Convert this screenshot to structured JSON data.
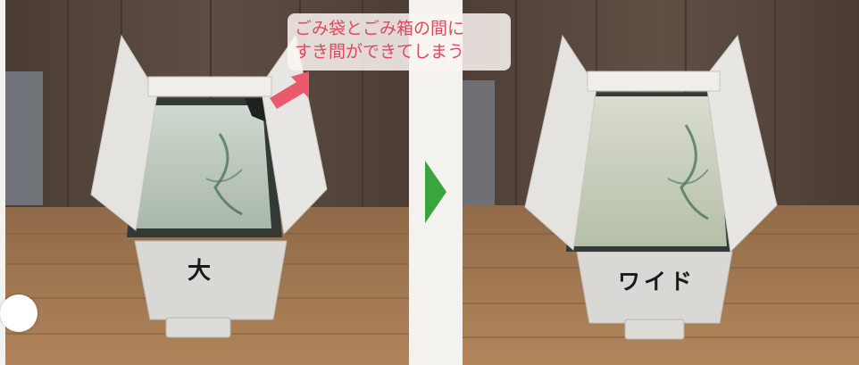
{
  "left_photo": {
    "label": "大",
    "callout_lines": [
      "ごみ袋とごみ箱の間に",
      "すき間ができてしまう"
    ]
  },
  "right_photo": {
    "label": "ワイド"
  },
  "colors": {
    "callout_text": "#dd4b5e",
    "arrow_red": "#e95a6a",
    "next_arrow_green": "#3aa53f",
    "wall": "#5b4b42",
    "floor": "#a0764f",
    "bin_body": "#d9d8d4"
  },
  "icons": [
    "callout-arrow-icon",
    "next-arrow-icon"
  ]
}
